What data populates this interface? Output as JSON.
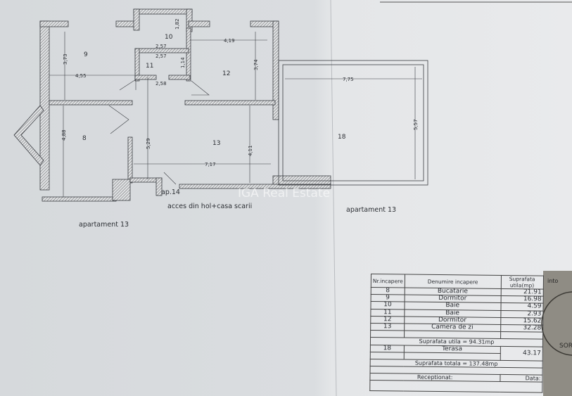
{
  "plan": {
    "rooms": [
      {
        "number": "8"
      },
      {
        "number": "9"
      },
      {
        "number": "10"
      },
      {
        "number": "11"
      },
      {
        "number": "12"
      },
      {
        "number": "13"
      },
      {
        "number": "18"
      }
    ],
    "dimensions": {
      "d373": "3,73",
      "d455": "4,55",
      "d257a": "2,57",
      "d257b": "2,57",
      "d182": "1,82",
      "d114": "1,14",
      "d258": "2,58",
      "d419": "4,19",
      "d374": "3,74",
      "d488": "4,88",
      "d529": "5,29",
      "d717": "7,17",
      "d411": "4,11",
      "d775": "7,75",
      "d557": "5,57"
    },
    "ap14": "ap.14",
    "access": "acces din hol+casa scarii",
    "apartment_left": "apartament 13",
    "apartment_right": "apartament 13",
    "watermark": "IGA Real Estate"
  },
  "table": {
    "headers": [
      "Nr.incapere",
      "Denumire incapere",
      "Suprafata utila(mp)"
    ],
    "rows": [
      [
        "8",
        "Bucatarie",
        "21.91"
      ],
      [
        "9",
        "Dormitor",
        "16.98"
      ],
      [
        "10",
        "Baie",
        "4.59"
      ],
      [
        "11",
        "Baie",
        "2.93"
      ],
      [
        "12",
        "Dormitor",
        "15.62"
      ],
      [
        "13",
        "Camera de zi",
        "32.28"
      ]
    ],
    "useful_total": "Suprafata utila = 94.31mp",
    "terrace": [
      "18",
      "Terasa",
      "43.17"
    ],
    "grand_total": "Suprafata totala = 137.48mp",
    "received": "Receptionat:",
    "date": "Data:",
    "side_header": "into"
  },
  "stamp": {
    "text": "SOR"
  }
}
